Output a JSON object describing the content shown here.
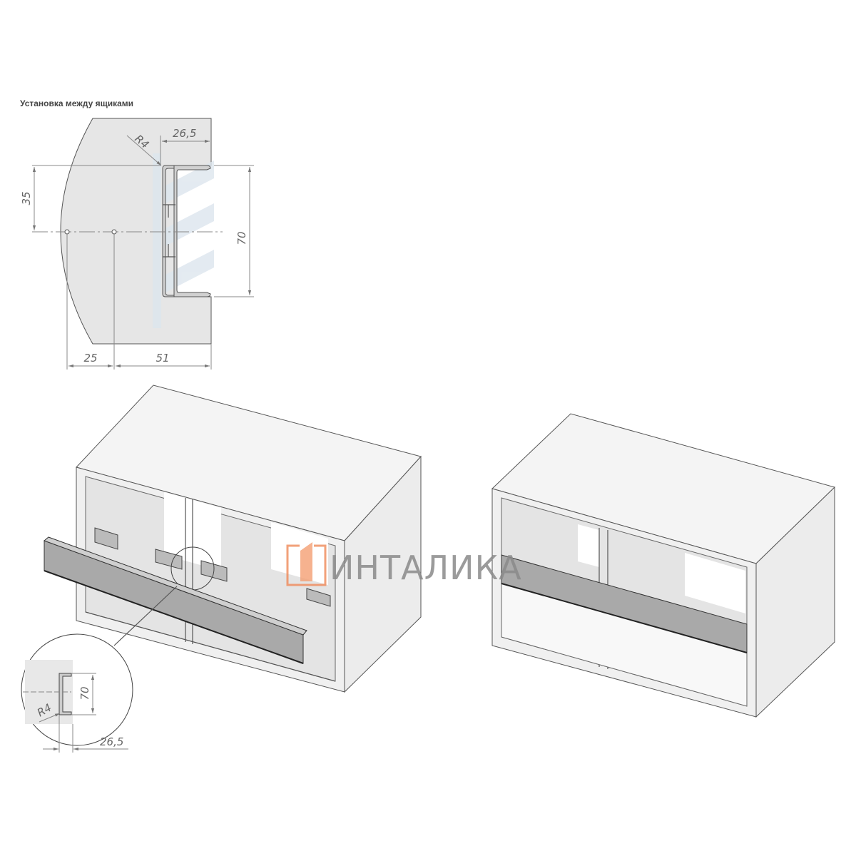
{
  "title": "Установка между ящиками",
  "section_drawing": {
    "dim_width_profile": "26,5",
    "dim_radius": "R4",
    "dim_half_height": "35",
    "dim_height": "70",
    "dim_hole_spacing": "25",
    "dim_hole_to_edge": "51"
  },
  "detail_callout": {
    "dim_height": "70",
    "dim_radius": "R4",
    "dim_width": "26,5"
  },
  "watermark": {
    "brand": "ИНТАЛИКА",
    "accent_color": "#f08a5a"
  }
}
